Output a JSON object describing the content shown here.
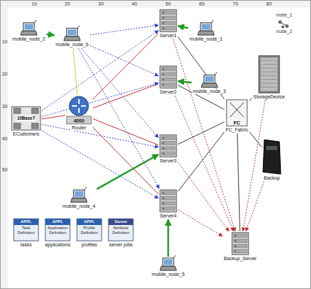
{
  "diagram": {
    "nodes": [
      {
        "text": [
          "mobile_node_2"
        ]
      },
      {
        "text": [
          "mobile_node_6"
        ]
      },
      {
        "text": [
          "Server1"
        ]
      },
      {
        "text": [
          "mobile_node_1"
        ]
      },
      {
        "text": [
          "Server2"
        ]
      },
      {
        "text": [
          "mobile_node_3"
        ]
      },
      {
        "text": [
          "StorageDevice"
        ]
      },
      {
        "text": [
          "10BaseT",
          "ECustomers"
        ]
      },
      {
        "text": [
          "4000",
          "Router"
        ]
      },
      {
        "text": [
          "FC",
          "FC_Fabric"
        ]
      },
      {
        "text": [
          "Server3"
        ]
      },
      {
        "text": [
          "Backup"
        ]
      },
      {
        "text": [
          "mobile_node_4"
        ]
      },
      {
        "text": [
          "Server4"
        ]
      },
      {
        "text": [
          "mobile_node_5"
        ]
      },
      {
        "text": [
          "Backup_Server"
        ]
      },
      {
        "text": [
          "APPL",
          "Task Definition",
          "tasks"
        ]
      },
      {
        "text": [
          "APPL",
          "Application Definition",
          "applications"
        ]
      },
      {
        "text": [
          "APPL",
          "Profile Definition",
          "profiles"
        ]
      },
      {
        "text": [
          "Server",
          "Attribute Definition",
          "server jobs"
        ]
      }
    ],
    "edges": [
      {
        "from": 0,
        "to": 1,
        "arrow": "to"
      },
      {
        "from": 3,
        "to": 2,
        "arrow": "to"
      },
      {
        "from": 5,
        "to": 4,
        "arrow": "to"
      },
      {
        "from": 12,
        "to": 10,
        "arrow": "to"
      },
      {
        "from": 14,
        "to": 13,
        "arrow": "to"
      },
      {
        "from": 1,
        "to": 8,
        "arrow": "none"
      },
      {
        "from": 7,
        "to": 8,
        "arrow": "none"
      },
      {
        "from": 8,
        "to": 2,
        "arrow": "none"
      },
      {
        "from": 8,
        "to": 4,
        "arrow": "none"
      },
      {
        "from": 8,
        "to": 10,
        "arrow": "none"
      },
      {
        "from": 8,
        "to": 13,
        "arrow": "none"
      },
      {
        "from": 7,
        "to": 2,
        "arrow": "to"
      },
      {
        "from": 7,
        "to": 4,
        "arrow": "to"
      },
      {
        "from": 7,
        "to": 10,
        "arrow": "to"
      },
      {
        "from": 7,
        "to": 13,
        "arrow": "to"
      },
      {
        "from": 1,
        "to": 2,
        "arrow": "to"
      },
      {
        "from": 1,
        "to": 4,
        "arrow": "to"
      },
      {
        "from": 1,
        "to": 10,
        "arrow": "to"
      },
      {
        "from": 1,
        "to": 13,
        "arrow": "to"
      },
      {
        "from": 2,
        "to": 9,
        "arrow": "none"
      },
      {
        "from": 4,
        "to": 9,
        "arrow": "none"
      },
      {
        "from": 10,
        "to": 9,
        "arrow": "none"
      },
      {
        "from": 13,
        "to": 9,
        "arrow": "none"
      },
      {
        "from": 9,
        "to": 6,
        "arrow": "none"
      },
      {
        "from": 9,
        "to": 11,
        "arrow": "none"
      },
      {
        "from": 9,
        "to": 15,
        "arrow": "none"
      },
      {
        "from": 2,
        "to": 15,
        "arrow": "to"
      },
      {
        "from": 4,
        "to": 15,
        "arrow": "to"
      },
      {
        "from": 10,
        "to": 15,
        "arrow": "to"
      },
      {
        "from": 13,
        "to": 15,
        "arrow": "to"
      },
      {
        "from": 6,
        "to": 15,
        "arrow": "to"
      },
      {
        "from": 11,
        "to": 15,
        "arrow": "to"
      }
    ],
    "labels": [
      "10",
      "20",
      "30",
      "40",
      "50",
      "60",
      "70",
      "80",
      "10",
      "20",
      "30",
      "40",
      "50",
      "node_1",
      "node_2"
    ]
  }
}
